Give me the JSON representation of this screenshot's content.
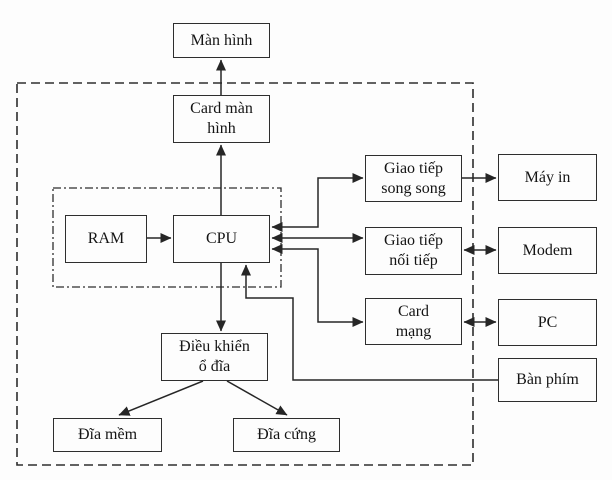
{
  "diagram": {
    "title": "Computer system block diagram (Vietnamese)",
    "colors": {
      "background": "#fdfdfd",
      "line": "#262626",
      "text": "#141414"
    },
    "nodes": {
      "man_hinh": {
        "label": "Màn hình"
      },
      "card_man_hinh": {
        "label": "Card màn\nhình"
      },
      "ram": {
        "label": "RAM"
      },
      "cpu": {
        "label": "CPU"
      },
      "giao_tiep_song_song": {
        "label": "Giao tiếp\nsong song"
      },
      "may_in": {
        "label": "Máy in"
      },
      "giao_tiep_noi_tiep": {
        "label": "Giao tiếp\nnối tiếp"
      },
      "modem": {
        "label": "Modem"
      },
      "card_mang": {
        "label": "Card\nmạng"
      },
      "pc": {
        "label": "PC"
      },
      "ban_phim": {
        "label": "Bàn phím"
      },
      "dieu_khien_o_dia": {
        "label": "Điều khiển\nổ đĩa"
      },
      "dia_mem": {
        "label": "Đĩa mềm"
      },
      "dia_cung": {
        "label": "Đĩa cứng"
      }
    },
    "edges": [
      {
        "from": "card_man_hinh",
        "to": "man_hinh",
        "direction": "one-way"
      },
      {
        "from": "cpu",
        "to": "card_man_hinh",
        "direction": "one-way"
      },
      {
        "from": "ram",
        "to": "cpu",
        "direction": "one-way"
      },
      {
        "from": "cpu",
        "to": "giao_tiep_song_song",
        "direction": "two-way"
      },
      {
        "from": "cpu",
        "to": "giao_tiep_noi_tiep",
        "direction": "two-way"
      },
      {
        "from": "cpu",
        "to": "card_mang",
        "direction": "two-way"
      },
      {
        "from": "giao_tiep_song_song",
        "to": "may_in",
        "direction": "one-way"
      },
      {
        "from": "giao_tiep_noi_tiep",
        "to": "modem",
        "direction": "two-way"
      },
      {
        "from": "card_mang",
        "to": "pc",
        "direction": "two-way"
      },
      {
        "from": "ban_phim",
        "to": "cpu",
        "direction": "one-way"
      },
      {
        "from": "cpu",
        "to": "dieu_khien_o_dia",
        "direction": "one-way"
      },
      {
        "from": "dieu_khien_o_dia",
        "to": "dia_mem",
        "direction": "one-way"
      },
      {
        "from": "dieu_khien_o_dia",
        "to": "dia_cung",
        "direction": "one-way"
      }
    ]
  }
}
